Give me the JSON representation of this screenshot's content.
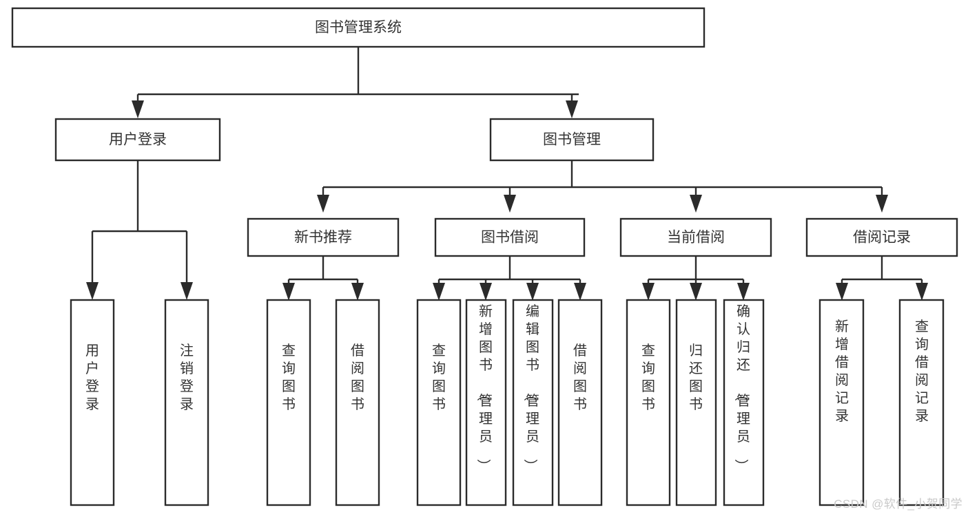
{
  "diagram": {
    "type": "tree-hierarchy",
    "title": "图书管理系统",
    "orientation": "top-down",
    "colors": {
      "box_stroke": "#2b2b2b",
      "box_fill": "#ffffff",
      "text": "#333333",
      "connector": "#2b2b2b",
      "background": "#ffffff",
      "watermark": "#c9c9c9"
    },
    "nodes": {
      "root": {
        "label": "图书管理系统"
      },
      "level2": [
        {
          "id": "user-login",
          "label": "用户登录"
        },
        {
          "id": "book-management",
          "label": "图书管理"
        }
      ],
      "level3": [
        {
          "id": "new-book-recommend",
          "label": "新书推荐"
        },
        {
          "id": "book-borrow",
          "label": "图书借阅"
        },
        {
          "id": "current-borrow",
          "label": "当前借阅"
        },
        {
          "id": "borrow-record",
          "label": "借阅记录"
        }
      ],
      "leaves": {
        "user-login": [
          {
            "id": "leaf-user-login",
            "label": "用户登录"
          },
          {
            "id": "leaf-logout",
            "label": "注销登录"
          }
        ],
        "new-book-recommend": [
          {
            "id": "leaf-query-book-1",
            "label": "查询图书"
          },
          {
            "id": "leaf-borrow-book-1",
            "label": "借阅图书"
          }
        ],
        "book-borrow": [
          {
            "id": "leaf-query-book-2",
            "label": "查询图书"
          },
          {
            "id": "leaf-add-book",
            "label": "新增图书（管理员）"
          },
          {
            "id": "leaf-edit-book",
            "label": "编辑图书（管理员）"
          },
          {
            "id": "leaf-borrow-book-2",
            "label": "借阅图书"
          }
        ],
        "current-borrow": [
          {
            "id": "leaf-query-book-3",
            "label": "查询图书"
          },
          {
            "id": "leaf-return-book",
            "label": "归还图书"
          },
          {
            "id": "leaf-confirm-return",
            "label": "确认归还（管理员）"
          }
        ],
        "borrow-record": [
          {
            "id": "leaf-add-record",
            "label": "新增借阅记录"
          },
          {
            "id": "leaf-query-record",
            "label": "查询借阅记录"
          }
        ]
      }
    },
    "watermark": "CSDN @软件_小贺同学"
  }
}
